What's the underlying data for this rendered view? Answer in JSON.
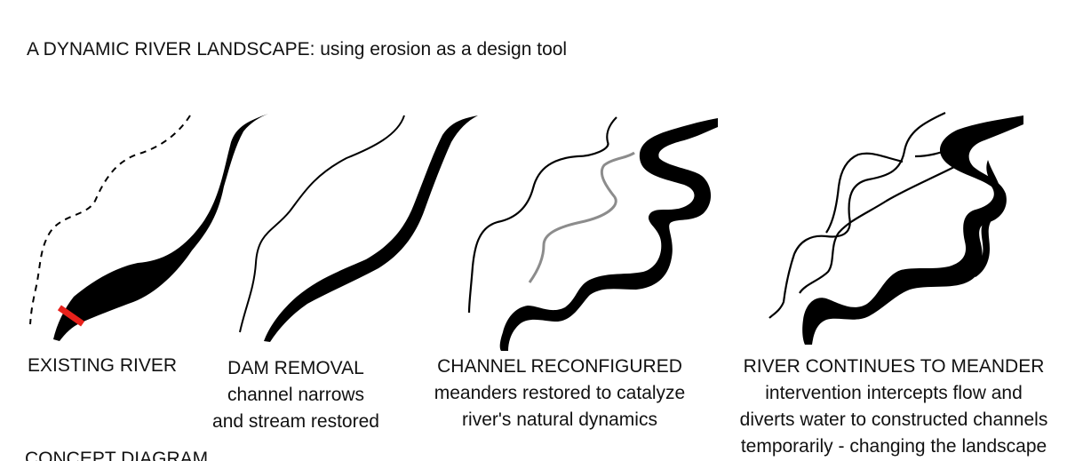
{
  "title": "A DYNAMIC RIVER LANDSCAPE: using erosion as a design tool",
  "panels": [
    {
      "heading": "EXISTING RIVER",
      "lines": []
    },
    {
      "heading": "DAM REMOVAL",
      "lines": [
        "channel narrows",
        "and stream restored"
      ]
    },
    {
      "heading": "CHANNEL RECONFIGURED",
      "lines": [
        "meanders restored to catalyze",
        "river's natural dynamics"
      ]
    },
    {
      "heading": "RIVER CONTINUES TO MEANDER",
      "lines": [
        "intervention intercepts flow and",
        "diverts water to constructed channels",
        "temporarily - changing the landscape"
      ]
    }
  ],
  "footer": "CONCEPT DIAGRAM",
  "colors": {
    "river": "#000000",
    "dam_marker": "#e8211b",
    "restored_channel": "#8c8c8c"
  }
}
